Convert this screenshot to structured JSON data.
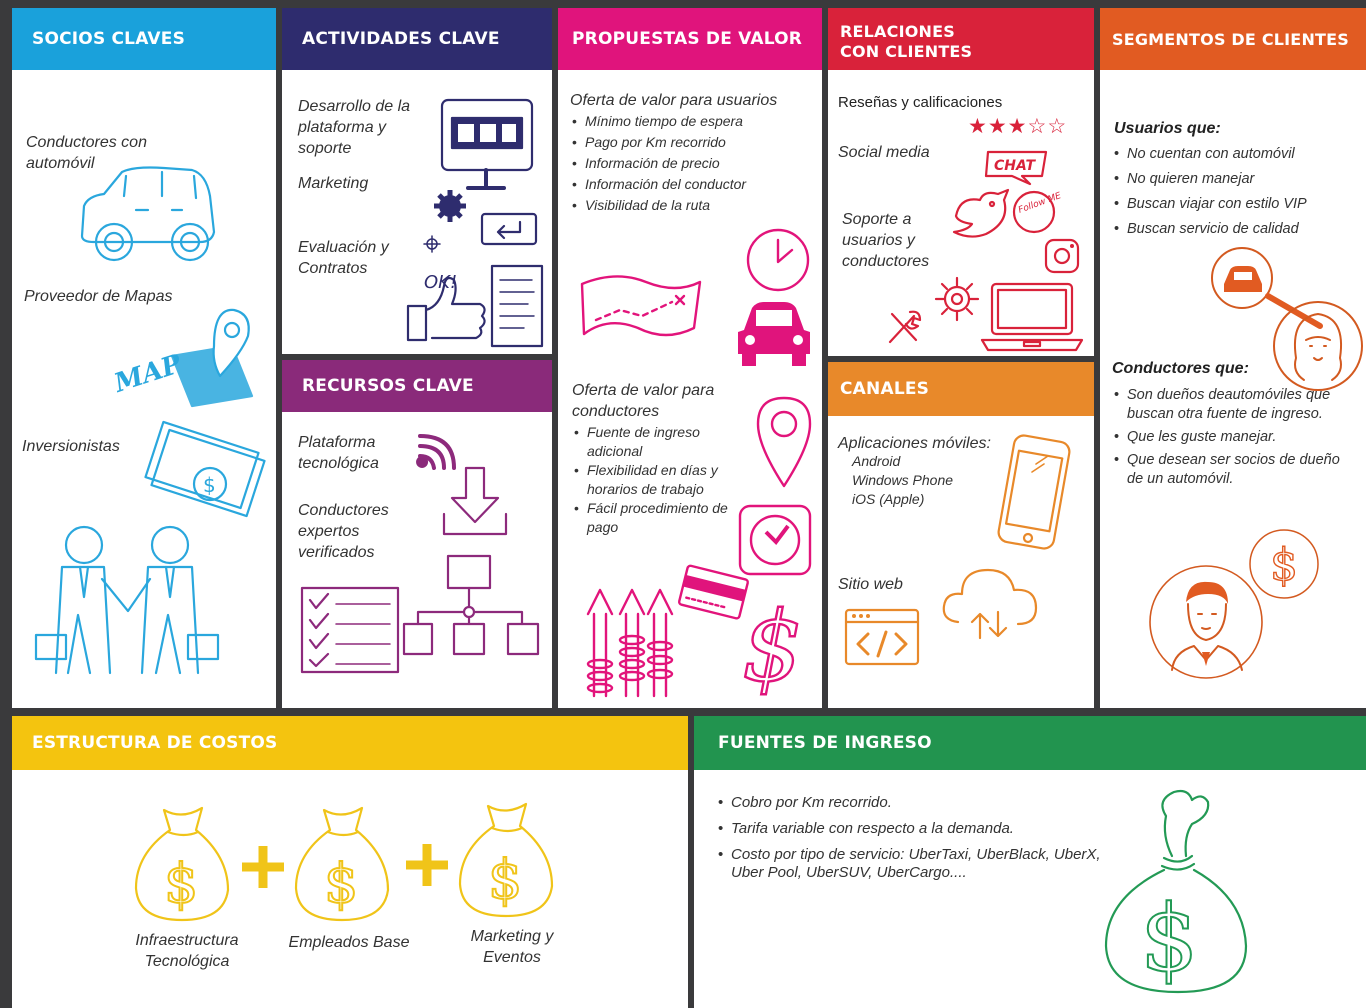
{
  "colors": {
    "socios": "#1aa1db",
    "actividades": "#2e2c6e",
    "recursos": "#8a2a7a",
    "propuestas": "#e0147c",
    "relaciones": "#d9223a",
    "canales": "#e8892a",
    "segmentos": "#e15b22",
    "costos": "#f4c40f",
    "ingresos": "#22944f"
  },
  "socios": {
    "title": "SOCIOS CLAVES",
    "items": [
      "Conductores con automóvil",
      "Proveedor de Mapas",
      "Inversionistas"
    ],
    "icons": [
      "car-icon",
      "map-pin-icon",
      "money-icon",
      "handshake-icon"
    ]
  },
  "actividades": {
    "title": "ACTIVIDADES CLAVE",
    "items": [
      "Desarrollo de la plataforma y soporte",
      "Marketing",
      "Evaluación y Contratos"
    ],
    "icons": [
      "monitor-icon",
      "gear-icon",
      "keyboard-icon",
      "thumbs-up-icon",
      "document-icon"
    ],
    "ok_text": "OK!"
  },
  "recursos": {
    "title": "RECURSOS CLAVE",
    "items": [
      "Plataforma tecnológica",
      "Conductores expertos verificados"
    ],
    "icons": [
      "wifi-icon",
      "download-icon",
      "checklist-icon",
      "org-chart-icon"
    ]
  },
  "propuestas": {
    "title": "PROPUESTAS DE VALOR",
    "usuarios_heading": "Oferta de valor para usuarios",
    "usuarios_items": [
      "Mínimo tiempo de espera",
      "Pago por Km recorrido",
      "Información de precio",
      "Información del conductor",
      "Visibilidad de la ruta"
    ],
    "conductores_heading": "Oferta de valor para conductores",
    "conductores_items": [
      "Fuente de ingreso adicional",
      "Flexibilidad en días y horarios de trabajo",
      "Fácil procedimiento de pago"
    ],
    "icons": [
      "clock-icon",
      "map-icon",
      "car-icon",
      "location-pin-icon",
      "clock-icon",
      "card-icon",
      "growth-arrows-icon",
      "dollar-icon"
    ]
  },
  "relaciones": {
    "title_line1": "RELACIONES",
    "title_line2": "CON CLIENTES",
    "items": [
      "Reseñas y calificaciones",
      "Social media",
      "Soporte a usuarios y conductores"
    ],
    "rating": 3,
    "rating_max": 5,
    "chat_text": "CHAT",
    "follow_text": "Follow ME",
    "icons": [
      "star-icon",
      "chat-icon",
      "twitter-bird-icon",
      "instagram-icon",
      "gear-icon",
      "tools-icon",
      "laptop-icon"
    ]
  },
  "canales": {
    "title": "CANALES",
    "apps_heading": "Aplicaciones móviles:",
    "apps": [
      "Android",
      "Windows Phone",
      "iOS (Apple)"
    ],
    "web": "Sitio web",
    "icons": [
      "smartphone-icon",
      "code-window-icon",
      "cloud-sync-icon"
    ]
  },
  "segmentos": {
    "title": "SEGMENTOS DE CLIENTES",
    "usuarios_heading": "Usuarios que:",
    "usuarios_items": [
      "No cuentan con automóvil",
      "No quieren manejar",
      "Buscan viajar con estilo VIP",
      "Buscan servicio de calidad"
    ],
    "conductores_heading": "Conductores que:",
    "conductores_items": [
      "Son dueños deautomóviles que buscan otra fuente de ingreso.",
      "Que les guste manejar.",
      "Que desean ser socios de dueño de un automóvil."
    ],
    "icons": [
      "car-circle-icon",
      "woman-avatar-icon",
      "dollar-circle-icon",
      "man-avatar-icon"
    ]
  },
  "costos": {
    "title": "ESTRUCTURA DE COSTOS",
    "items": [
      "Infraestructura Tecnológica",
      "Empleados Base",
      "Marketing y Eventos"
    ],
    "plus": "+",
    "icons": [
      "money-bag-icon",
      "plus-icon"
    ]
  },
  "ingresos": {
    "title": "FUENTES DE INGRESO",
    "items": [
      "Cobro por Km recorrido.",
      "Tarifa variable con respecto a la demanda.",
      "Costo por tipo de servicio: UberTaxi, UberBlack, UberX, Uber Pool, UberSUV, UberCargo...."
    ],
    "icons": [
      "money-bag-icon"
    ]
  }
}
